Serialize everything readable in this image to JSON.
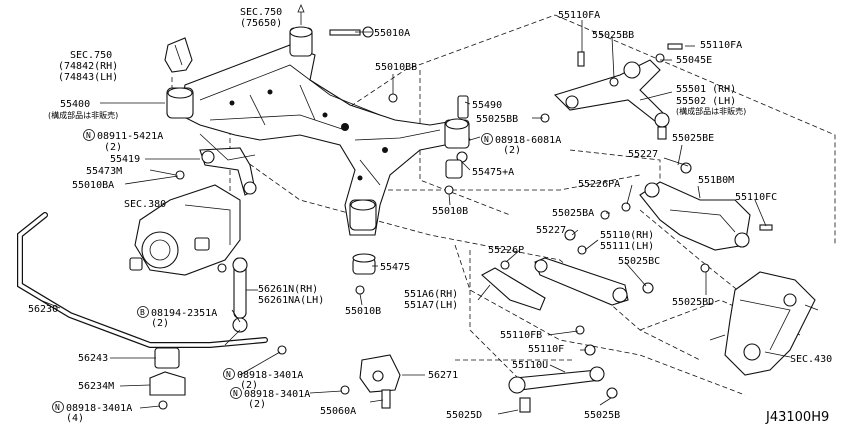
{
  "labels": {
    "sec750_top": "SEC.750",
    "sec750_top_sub": "(75650)",
    "p55010A": "55010A",
    "sec750_left": "SEC.750",
    "p74842": "(74842(RH)",
    "p74843": "(74843(LH)",
    "p55010BB": "55010BB",
    "p55400": "55400",
    "note_55400": "(構成部品は非販売)",
    "n08911": "08911-5421A",
    "n08911_qty": "(2)",
    "p55419": "55419",
    "p55473M": "55473M",
    "p55010BA": "55010BA",
    "sec380": "SEC.380",
    "p56230": "56230",
    "p55490": "55490",
    "p55025BB_mid": "55025BB",
    "n08918_6081": "08918-6081A",
    "n08918_6081_qty": "(2)",
    "p55475A": "55475+A",
    "p55010B_mid": "55010B",
    "p55475": "55475",
    "p55010B_low": "55010B",
    "p56261N": "56261N(RH)",
    "p56261NA": "56261NA(LH)",
    "n08194": "08194-2351A",
    "n08194_qty": "(2)",
    "n08918_3401_a": "08918-3401A",
    "n08918_3401_a_qty": "(2)",
    "n08918_3401_b": "08918-3401A",
    "n08918_3401_b_qty": "(2)",
    "n08918_3401_c": "08918-3401A",
    "n08918_3401_c_qty": "(4)",
    "p56243": "56243",
    "p56234M": "56234M",
    "p55060A": "55060A",
    "p56271": "56271",
    "p55110FA_top": "55110FA",
    "p55025BB_top": "55025BB",
    "p55110FA_right": "55110FA",
    "p55045E": "55045E",
    "p55501": "55501 (RH)",
    "p55502": "55502 (LH)",
    "note_55501": "(構成部品は非販売)",
    "p55025BE": "55025BE",
    "p55227_top": "55227",
    "p55226PA": "55226PA",
    "p551B0M": "551B0M",
    "p55025BA": "55025BA",
    "p55110FC": "55110FC",
    "p55227_mid": "55227",
    "p55110RH": "55110(RH)",
    "p55111LH": "55111(LH)",
    "p55226P": "55226P",
    "p55025BC": "55025BC",
    "p551A6": "551A6(RH)",
    "p551A7": "551A7(LH)",
    "p55025BD": "55025BD",
    "p55110FB": "55110FB",
    "p55110F": "55110F",
    "p55110U": "55110U",
    "sec430": "SEC.430",
    "p55025D": "55025D",
    "p55025B": "55025B",
    "diagram_code": "J43100H9"
  }
}
